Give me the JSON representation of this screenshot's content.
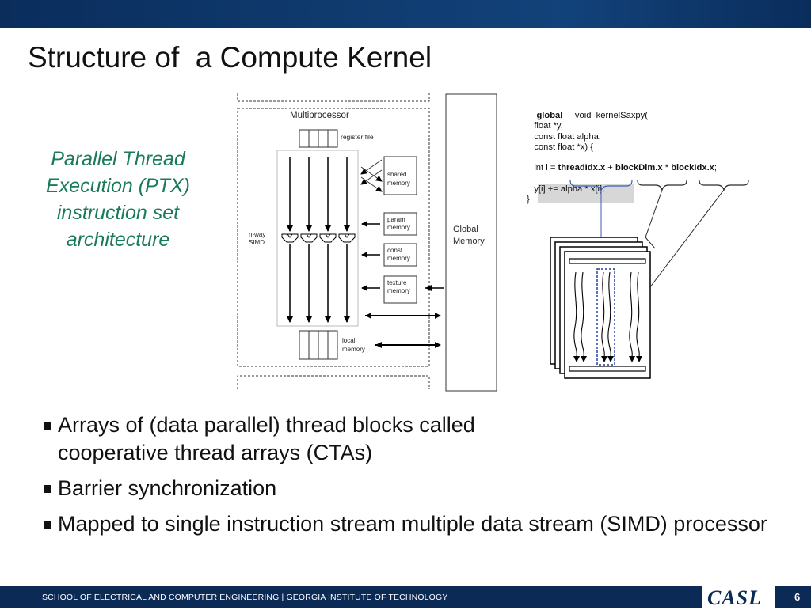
{
  "slide": {
    "title": "Structure of  a Compute Kernel",
    "ptx_lines": [
      "Parallel Thread",
      "Execution (PTX)",
      "instruction set",
      "architecture"
    ],
    "bullets": [
      "Arrays of (data parallel) thread blocks called\ncooperative thread arrays (CTAs)",
      "Barrier synchronization",
      "Mapped to single instruction stream multiple data stream (SIMD) processor"
    ],
    "page_number": "6"
  },
  "diagram": {
    "multiprocessor_label": "Multiprocessor",
    "register_file_label": "register file",
    "simd_label": [
      "n-way",
      "SIMD"
    ],
    "shared_memory_label": [
      "shared",
      "memory"
    ],
    "param_memory_label": [
      "param",
      "memory"
    ],
    "const_memory_label": [
      "const",
      "memory"
    ],
    "texture_memory_label": [
      "texture",
      "memory"
    ],
    "local_memory_label": [
      "local",
      "memory"
    ],
    "global_memory_label": [
      "Global",
      "Memory"
    ]
  },
  "code": {
    "line1_keyword": "__global__",
    "line1_rest": " void  kernelSaxpy(",
    "line2": "   float *y,",
    "line3": "   const float alpha,",
    "line4": "   const float *x) {",
    "line5_prefix": "   int i = ",
    "line5_thread": "threadIdx.x",
    "line5_plus": " + ",
    "line5_blockdim": "blockDim.x",
    "line5_times": " * ",
    "line5_blockidx": "blockIdx.x",
    "line5_end": ";",
    "line6": "   y[i] += alpha * x[i];",
    "line7": "}"
  },
  "footer": {
    "text": "SCHOOL OF ELECTRICAL AND COMPUTER ENGINEERING | GEORGIA INSTITUTE OF TECHNOLOGY",
    "logo": "CASL"
  },
  "colors": {
    "header_bar": "#0f3a6e",
    "footer_bar": "#0b2a56",
    "ptx_text": "#1a7a5a",
    "code_brace": "#3b5fb0"
  }
}
